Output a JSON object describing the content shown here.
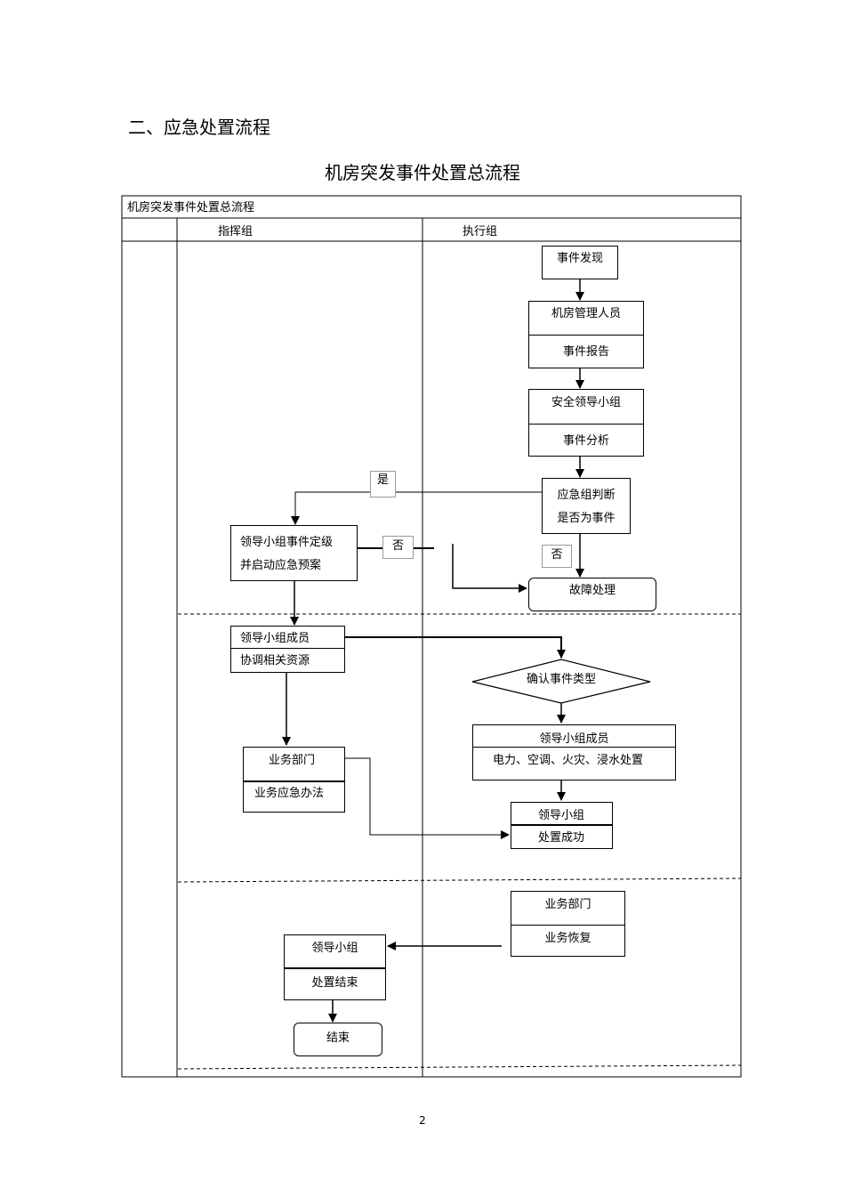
{
  "section_heading": "二、应急处置流程",
  "chart_title": "机房突发事件处置总流程",
  "table_caption": "机房突发事件处置总流程",
  "columns": {
    "command": "指挥组",
    "execution": "执行组"
  },
  "nodes": {
    "discover": "事件发现",
    "report_top": "机房管理人员",
    "report_bottom": "事件报告",
    "analysis_top": "安全领导小组",
    "analysis_bottom": "事件分析",
    "judge_line1": "应急组判断",
    "judge_line2": "是否为事件",
    "grade_line1": "领导小组事件定级",
    "grade_line2": "并启动应急预案",
    "fault": "故障处理",
    "coord_top": "领导小组成员",
    "coord_bottom": "协调相关资源",
    "confirm": "确认事件类型",
    "handle_top": "领导小组成员",
    "handle_bottom": "电力、空调、火灾、浸水处置",
    "biz_method_top": "业务部门",
    "biz_method_bottom": "业务应急办法",
    "success_top": "领导小组",
    "success_bottom": "处置成功",
    "recover_top": "业务部门",
    "recover_bottom": "业务恢复",
    "finish_top": "领导小组",
    "finish_bottom": "处置结束",
    "end": "结束"
  },
  "edge_labels": {
    "yes": "是",
    "no_left": "否",
    "no_right": "否"
  },
  "page_number": "2"
}
